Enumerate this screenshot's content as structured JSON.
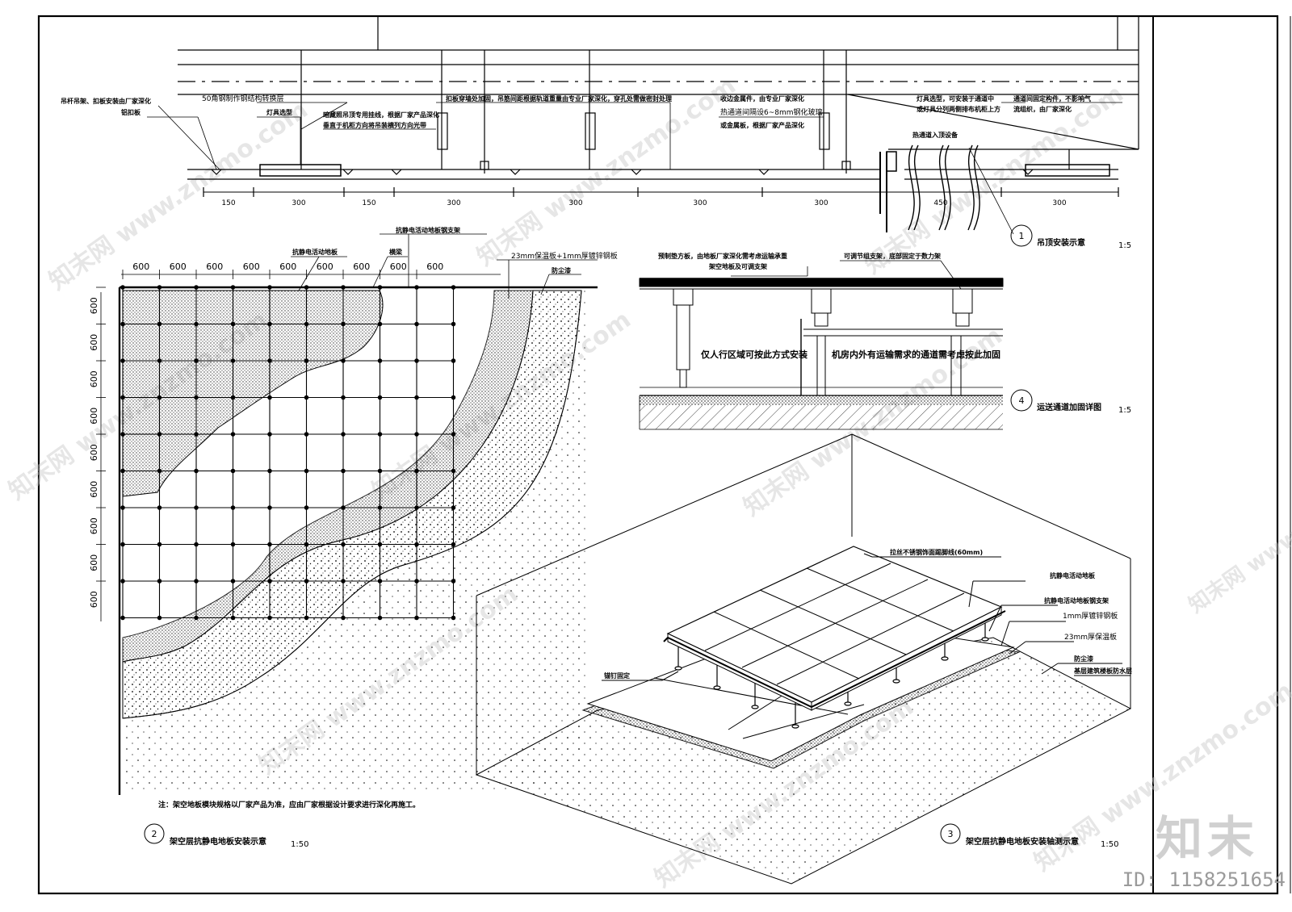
{
  "watermark": "知末网 www.znzmo.com",
  "brand_mark": "知末",
  "image_id": "ID: 1158251654",
  "detail1": {
    "number": "1",
    "title": "吊顶安装示意",
    "scale": "1:5",
    "labels": {
      "l1": "吊杆吊架、扣板安装由厂家深化",
      "l2": "铝扣板",
      "l3": "50角钢制作钢结构转换层",
      "l4": "灯具选型",
      "l5": "暗藏照吊顶专用挂线，根据厂家产品深化",
      "l6": "垂直于机柜方向将吊装横列方向光带",
      "l7": "扣板穿墙处加固，吊筋间距根据轨道重量由专业厂家深化，穿孔处需做密封处理",
      "l8": "收边金属件，由专业厂家深化",
      "l9": "热通道间隔设6~8mm钢化玻璃",
      "l10": "或金属板，根据厂家产品深化",
      "l11": "热通道入顶设备",
      "l12": "灯具选型，可安装于通道中",
      "l13": "或灯具分列两侧排布机柜上方",
      "l14": "通道间固定构件，不影响气",
      "l15": "流组织，由厂家深化"
    },
    "dims": [
      "150",
      "300",
      "150",
      "300",
      "300",
      "300",
      "300",
      "450",
      "300"
    ]
  },
  "detail2": {
    "number": "2",
    "title": "架空层抗静电地板安装示意",
    "scale": "1:50",
    "labels": {
      "floor": "抗静电活动地板",
      "support": "抗静电活动地板钢支架",
      "beam": "横梁",
      "insulation": "23mm保温板+1mm厚镀锌钢板",
      "dust": "防尘漆"
    },
    "dims_top": [
      "600",
      "600",
      "600",
      "600",
      "600",
      "600",
      "600",
      "600",
      "600"
    ],
    "dims_left": [
      "600",
      "600",
      "600",
      "600",
      "600",
      "600",
      "600",
      "600",
      "600"
    ],
    "note": "注：架空地板模块规格以厂家产品为准，应由厂家根据设计要求进行深化再施工。"
  },
  "detail3": {
    "number": "3",
    "title": "架空层抗静电地板安装轴测示意",
    "scale": "1:50",
    "labels": {
      "skirting": "拉丝不锈钢饰面踢脚线(60mm)",
      "floor": "抗静电活动地板",
      "support": "抗静电活动地板钢支架",
      "steel": "1mm厚镀锌钢板",
      "insulation": "23mm厚保温板",
      "dust": "防尘漆",
      "base": "基层建筑楼板防水层",
      "anchor": "锚钉固定"
    }
  },
  "detail4": {
    "number": "4",
    "title": "运送通道加固详图",
    "scale": "1:5",
    "labels": {
      "l1": "预制垫方板，由地板厂家深化需考虑运输承重",
      "l2": "架空地板及可调支架",
      "l3": "可调节组支架，底部固定于数力架",
      "left_area": "仅人行区域可按此方式安装",
      "right_area": "机房内外有运输需求的通道需考虑按此加固"
    }
  }
}
